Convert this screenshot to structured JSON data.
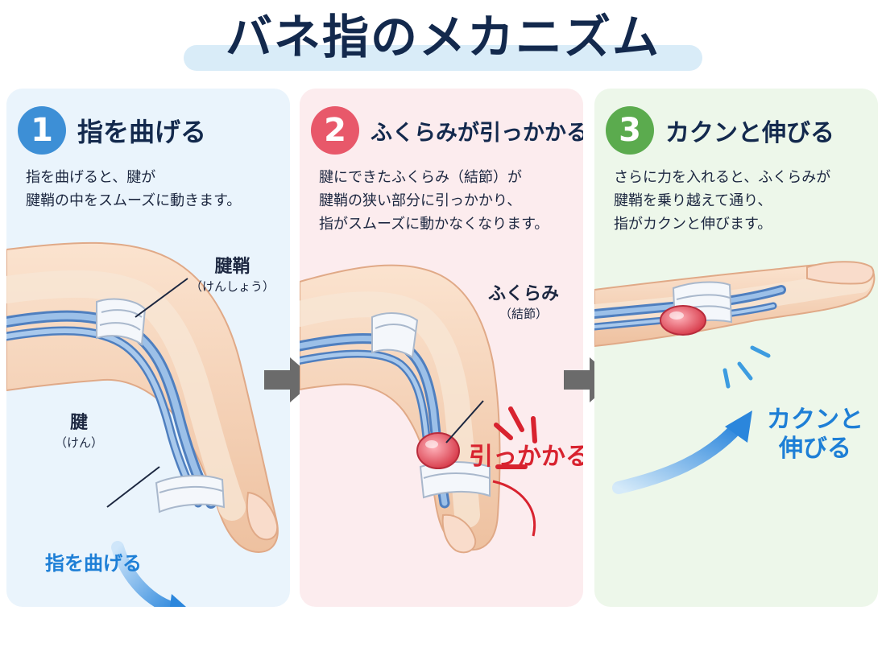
{
  "title": "バネ指のメカニズム",
  "colors": {
    "navy": "#13294d",
    "blue": "#3d8fd6",
    "red": "#e8586a",
    "green": "#5bab4e",
    "skin": "#f4d3b8",
    "sheath": "#f4f7fb",
    "tendon": "#7ea6d8",
    "nodule": "#e5606e"
  },
  "panels": [
    {
      "number": "1",
      "title": "指を曲げる",
      "desc": [
        "指を曲げると、腱が",
        "腱鞘の中をスムーズに動きます。"
      ],
      "labels": {
        "sheath": "腱鞘",
        "sheath_reading": "（けんしょう）",
        "tendon": "腱",
        "tendon_reading": "（けん）",
        "action": "指を曲げる"
      }
    },
    {
      "number": "2",
      "title": "ふくらみが引っかかる",
      "desc": [
        "腱にできたふくらみ（結節）が",
        "腱鞘の狭い部分に引っかかり、",
        "指がスムーズに動かなくなります。"
      ],
      "labels": {
        "nodule": "ふくらみ",
        "nodule_reading": "（結節）",
        "catch": "引っかかる"
      }
    },
    {
      "number": "3",
      "title": "カクンと伸びる",
      "desc": [
        "さらに力を入れると、ふくらみが",
        "腱鞘を乗り越えて通り、",
        "指がカクンと伸びます。"
      ],
      "labels": {
        "snap_line1": "カクンと",
        "snap_line2": "伸びる"
      }
    }
  ],
  "arrows": [
    {
      "icon": "arrow-right-icon"
    },
    {
      "icon": "arrow-right-icon"
    }
  ]
}
